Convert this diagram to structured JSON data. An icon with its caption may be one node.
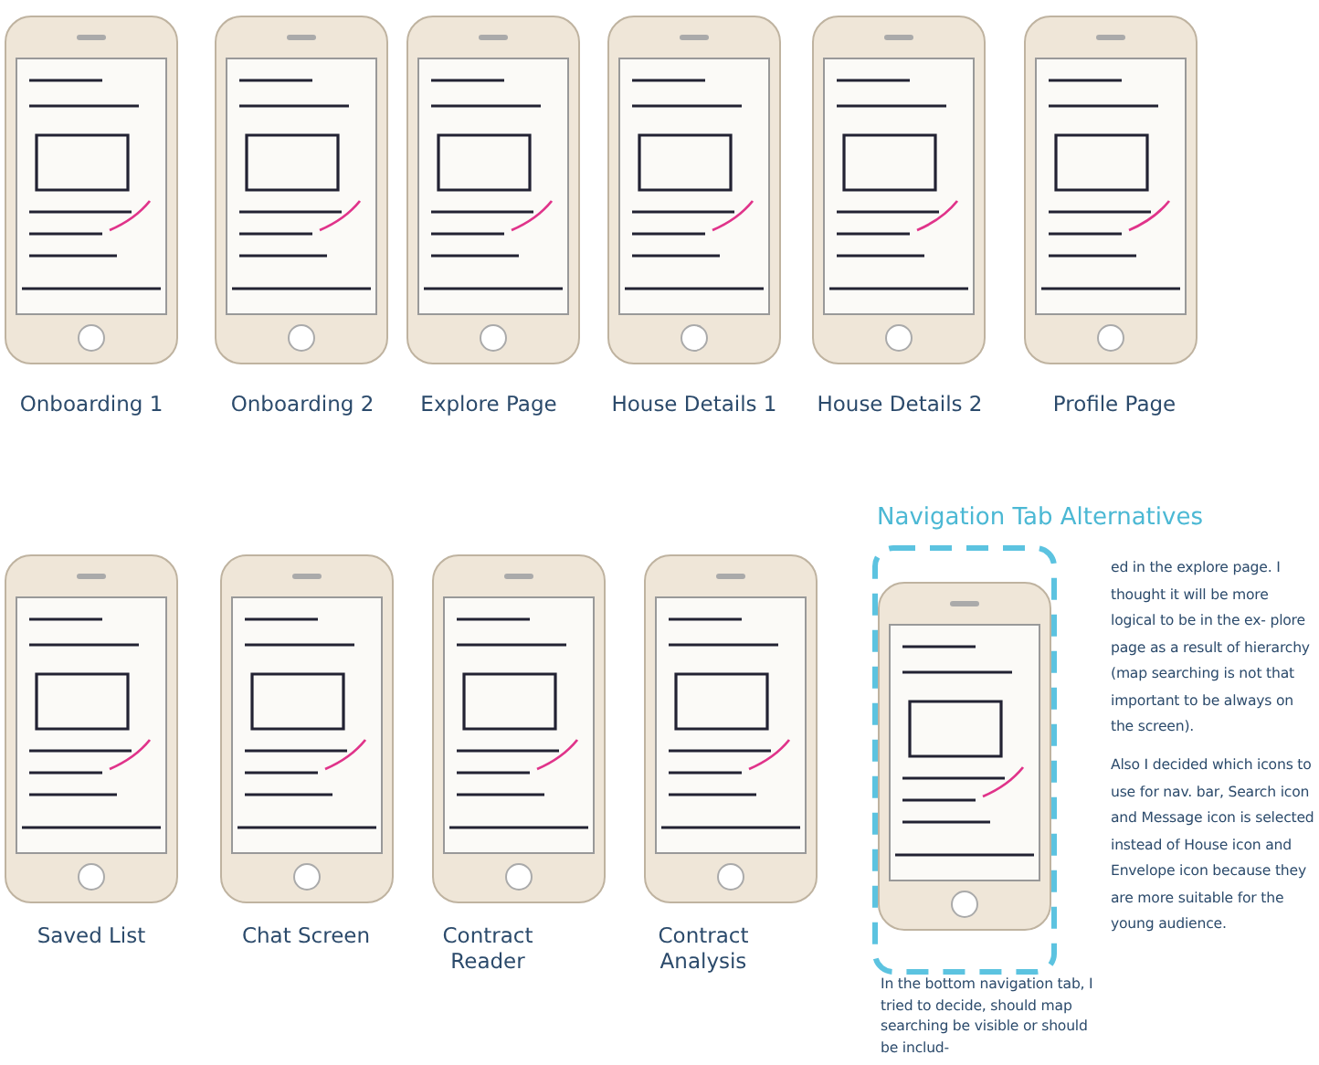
{
  "diagram": {
    "labels": [
      "Onboarding 1",
      "Onboarding 2",
      "Explore Page",
      "House Details 1",
      "House Details 2",
      "Profile Page",
      "Navigation Tab Alternatives",
      "Saved List",
      "Chat Screen",
      "Contract Reader",
      "Contract Analysis",
      "In the bottom navigation tab, I tried to decide, should map searching be visible or should be includ-",
      "ed in the explore page. I thought it will be more logical to be in the ex- plore page as a result of hierarchy (map searching is not that important to be always on the screen).",
      "Also I decided which icons to use for nav. bar, Search icon and Message icon is selected instead of House icon and Envelope icon because they are more suitable for the young audience."
    ]
  }
}
